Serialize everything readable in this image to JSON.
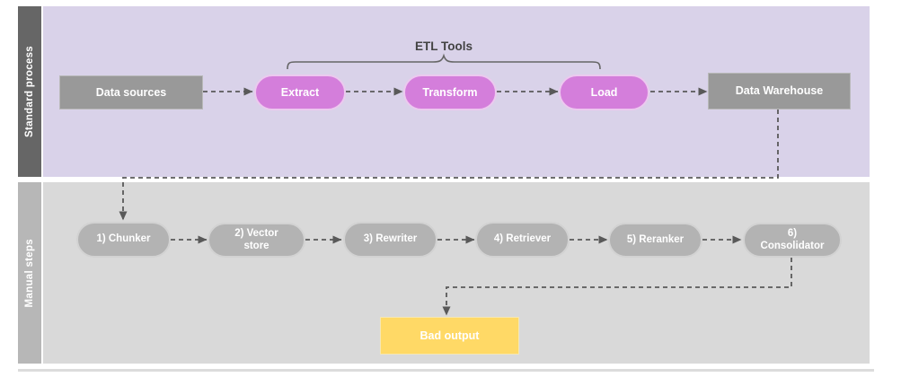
{
  "diagram": {
    "title_annotation": "ETL Tools",
    "lanes": [
      {
        "id": "standard",
        "label": "Standard process"
      },
      {
        "id": "manual",
        "label": "Manual steps"
      }
    ],
    "nodes": {
      "data_sources": {
        "label": "Data sources",
        "shape": "rectangle",
        "lane": "Standard process"
      },
      "extract": {
        "label": "Extract",
        "shape": "pill",
        "lane": "Standard process"
      },
      "transform": {
        "label": "Transform",
        "shape": "pill",
        "lane": "Standard process"
      },
      "load": {
        "label": "Load",
        "shape": "pill",
        "lane": "Standard process"
      },
      "data_warehouse": {
        "label": "Data Warehouse",
        "shape": "rectangle",
        "lane": "Standard process"
      },
      "chunker": {
        "label": "1) Chunker",
        "shape": "pill",
        "lane": "Manual steps"
      },
      "vector_store": {
        "label": "2) Vector store",
        "shape": "pill",
        "lane": "Manual steps"
      },
      "rewriter": {
        "label": "3) Rewriter",
        "shape": "pill",
        "lane": "Manual steps"
      },
      "retriever": {
        "label": "4) Retriever",
        "shape": "pill",
        "lane": "Manual steps"
      },
      "reranker": {
        "label": "5) Reranker",
        "shape": "pill",
        "lane": "Manual steps"
      },
      "consolidator": {
        "label": "6) Consolidator",
        "shape": "pill",
        "lane": "Manual steps"
      },
      "bad_output": {
        "label": "Bad output",
        "shape": "rectangle",
        "lane": "Manual steps"
      }
    },
    "connections": [
      {
        "from": "data_sources",
        "to": "extract",
        "style": "dashed-arrow"
      },
      {
        "from": "extract",
        "to": "transform",
        "style": "dashed-arrow"
      },
      {
        "from": "transform",
        "to": "load",
        "style": "dashed-arrow"
      },
      {
        "from": "load",
        "to": "data_warehouse",
        "style": "dashed-arrow"
      },
      {
        "from": "data_warehouse",
        "to": "chunker",
        "style": "dashed-arrow-elbow"
      },
      {
        "from": "chunker",
        "to": "vector_store",
        "style": "dashed-arrow"
      },
      {
        "from": "vector_store",
        "to": "rewriter",
        "style": "dashed-arrow"
      },
      {
        "from": "rewriter",
        "to": "retriever",
        "style": "dashed-arrow"
      },
      {
        "from": "retriever",
        "to": "reranker",
        "style": "dashed-arrow"
      },
      {
        "from": "reranker",
        "to": "consolidator",
        "style": "dashed-arrow"
      },
      {
        "from": "consolidator",
        "to": "bad_output",
        "style": "dashed-arrow-elbow"
      }
    ],
    "brace": {
      "label": "ETL Tools",
      "spans": [
        "extract",
        "transform",
        "load"
      ]
    }
  },
  "colors": {
    "standard_lane_bar": "#666666",
    "standard_lane_bg": "#d9d2e9",
    "manual_lane_bar": "#b7b7b7",
    "manual_lane_bg": "#d9d9d9",
    "gray_rect_fill": "#999999",
    "purple_pill_fill": "#d47edb",
    "gray_pill_fill": "#b3b3b3",
    "yellow_rect_fill": "#ffd966",
    "connector_stroke": "#595959",
    "node_text": "#ffffff",
    "annotation_text": "#434343"
  }
}
